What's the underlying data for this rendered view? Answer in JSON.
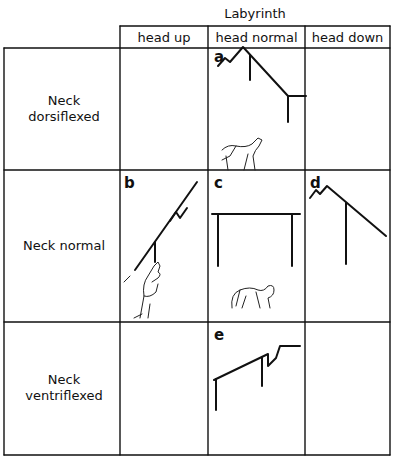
{
  "diagram": {
    "labels": [
      "Labyrinth",
      "head up",
      "head normal",
      "head down",
      "Neck dorsiflexed",
      "Neck normal",
      "Neck ventriflexed",
      "a",
      "b",
      "c",
      "d",
      "e"
    ]
  }
}
